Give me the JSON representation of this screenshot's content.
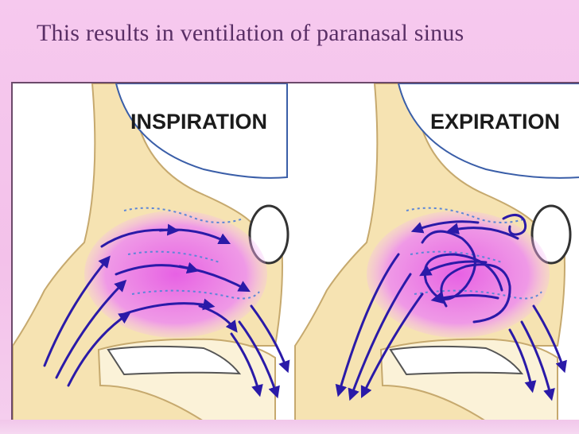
{
  "slide": {
    "title": "This results in ventilation of paranasal sinus"
  },
  "diagram": {
    "panels": [
      {
        "label": "INSPIRATION"
      },
      {
        "label": "EXPIRATION"
      }
    ],
    "colors": {
      "skin": "#f6e3b2",
      "outline": "#c6a96e",
      "airflow_glow": "#e765e6",
      "arrows": "#2a1aa8",
      "sinus_dots": "#5c86d8",
      "brain_line": "#3a5ea8"
    }
  }
}
